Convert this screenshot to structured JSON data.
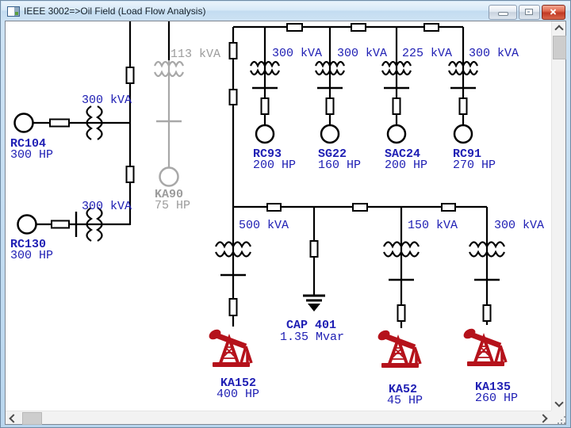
{
  "window": {
    "title": "IEEE 3002=>Oil Field (Load Flow Analysis)"
  },
  "colors": {
    "label_blue": "#2020B4",
    "out_of_service_gray": "#A8A8A8",
    "pump_red": "#B5121B",
    "line_black": "#000000"
  },
  "devices": {
    "rc104": {
      "name": "RC104",
      "rating": "300 HP",
      "transformer_kva": "300 kVA"
    },
    "rc130": {
      "name": "RC130",
      "rating": "300 HP",
      "transformer_kva": "300 kVA"
    },
    "ka90": {
      "name": "KA90",
      "rating": "75 HP",
      "transformer_kva": "113 kVA",
      "status": "out-of-service"
    },
    "rc93": {
      "name": "RC93",
      "rating": "200 HP",
      "transformer_kva": "300 kVA"
    },
    "sg22": {
      "name": "SG22",
      "rating": "160 HP",
      "transformer_kva": "300 kVA"
    },
    "sac24": {
      "name": "SAC24",
      "rating": "200 HP",
      "transformer_kva": "225 kVA"
    },
    "rc91": {
      "name": "RC91",
      "rating": "270 HP",
      "transformer_kva": "300 kVA"
    },
    "ka152": {
      "name": "KA152",
      "rating": "400 HP",
      "transformer_kva": "500 kVA"
    },
    "cap401": {
      "name": "CAP 401",
      "rating": "1.35 Mvar"
    },
    "ka52": {
      "name": "KA52",
      "rating": "45 HP",
      "transformer_kva": "150 kVA"
    },
    "ka135": {
      "name": "KA135",
      "rating": "260 HP",
      "transformer_kva": "300 kVA"
    }
  }
}
